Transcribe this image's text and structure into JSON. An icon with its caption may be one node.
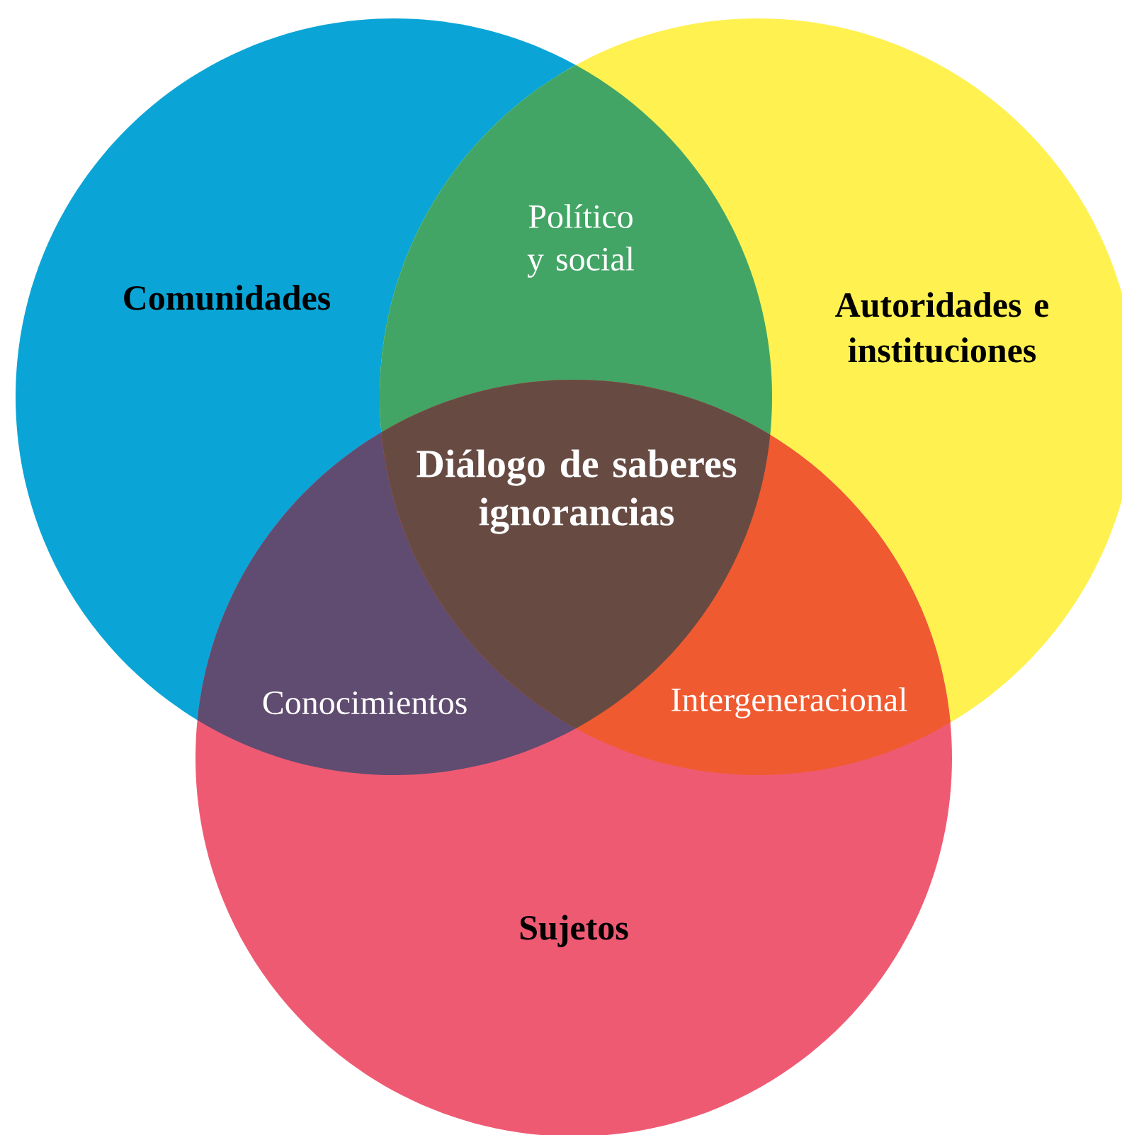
{
  "diagram": {
    "nodes": [
      {
        "text": [
          "Comunidades"
        ]
      },
      {
        "text": [
          "Autoridades e instituciones"
        ]
      },
      {
        "text": [
          "Sujetos"
        ]
      }
    ],
    "labels": [
      "Político y social",
      "Diálogo de saberes ignorancias",
      "Conocimientos",
      "Intergeneracional"
    ]
  }
}
